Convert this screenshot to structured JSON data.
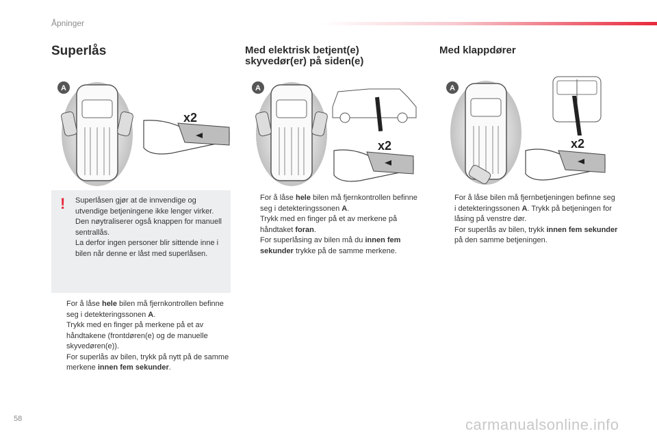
{
  "header": {
    "section": "Åpninger"
  },
  "superlas": {
    "title": "Superlås",
    "note": [
      "Superlåsen gjør at de innvendige og utvendige betjeningene ikke lenger virker.",
      "Den nøytraliserer også knappen for manuell sentrallås.",
      "La derfor ingen personer blir sittende inne i bilen når denne er låst med superlåsen."
    ],
    "bullet1": {
      "a": "For å låse ",
      "b": "hele",
      "c": " bilen må fjernkontrollen befinne seg i detekteringssonen ",
      "d": "A",
      "e": ".",
      "f": "Trykk med en finger på merkene på et av håndtakene (frontdøren(e) og de manuelle skyvedøren(e))."
    },
    "bullet2": {
      "a": "For superlås av bilen, trykk på nytt på de samme merkene ",
      "b": "innen fem sekunder",
      "c": "."
    }
  },
  "elektrisk": {
    "title": "Med elektrisk betjent(e) skyvedør(er) på siden(e)",
    "bullet1": {
      "a": "For å låse ",
      "b": "hele",
      "c": " bilen må fjernkontrollen befinne seg i detekteringssonen ",
      "d": "A",
      "e": ".",
      "f": "Trykk med en finger på et av merkene på håndtaket ",
      "g": "foran",
      "h": "."
    },
    "bullet2": {
      "a": "For superlåsing av bilen må du ",
      "b": "innen fem sekunder",
      "c": " trykke på de samme merkene."
    }
  },
  "klapp": {
    "title": "Med klappdører",
    "bullet1": {
      "a": "For å låse bilen må fjernbetjeningen befinne seg i detekteringssonen ",
      "b": "A",
      "c": ". Trykk på betjeningen for låsing på venstre dør."
    },
    "bullet2": {
      "a": "For superlås av bilen, trykk ",
      "b": "innen fem sekunder",
      "c": " på den samme betjeningen."
    }
  },
  "figure_labels": {
    "zone": "A",
    "press": "x2"
  },
  "bullet_mark": "",
  "warn_mark": "!",
  "page_number": "58",
  "watermark": "carmanualsonline.info"
}
